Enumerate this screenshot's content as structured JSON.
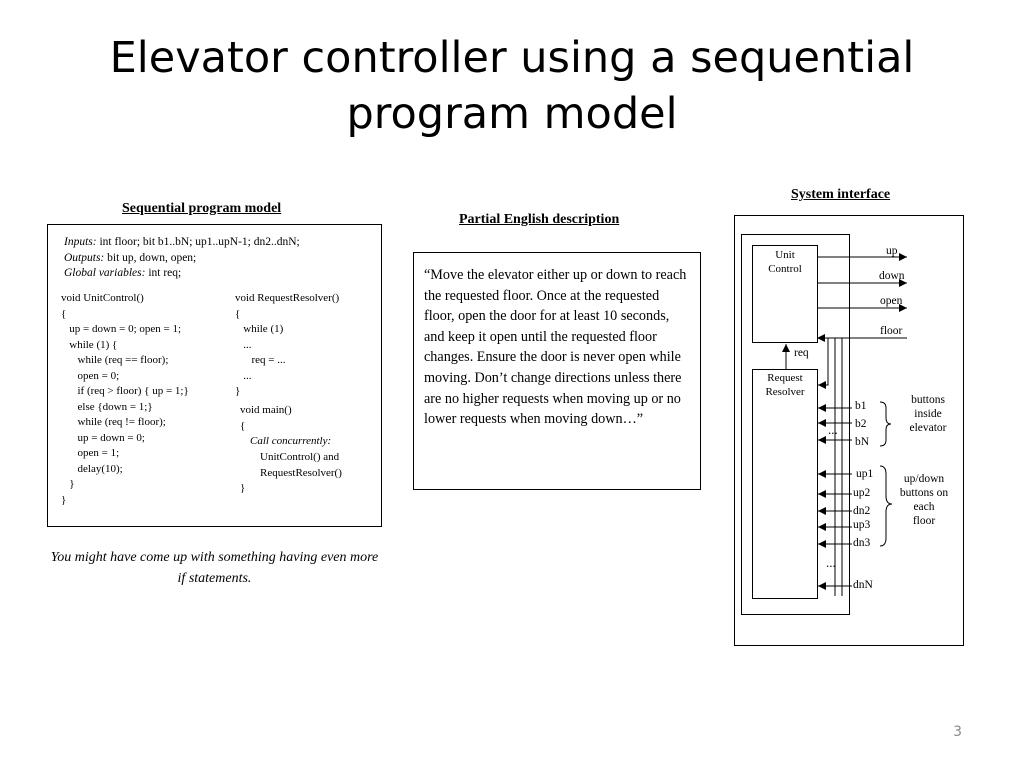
{
  "slide": {
    "title_line1": "Elevator controller using a sequential",
    "title_line2": "program model",
    "page_number": "3"
  },
  "sequential": {
    "heading": "Sequential program model",
    "inputs_label": "Inputs:",
    "inputs_value": " int floor; bit b1..bN; up1..upN-1; dn2..dnN;",
    "outputs_label": "Outputs:",
    "outputs_value": " bit up, down, open;",
    "globals_label": "Global variables:",
    "globals_value": " int req;",
    "unit_control_code": "void UnitControl()\n{\n   up = down = 0; open = 1;\n   while (1) {\n      while (req == floor);\n      open = 0;\n      if (req > floor) { up = 1;}\n      else {down = 1;}\n      while (req != floor);\n      up = down = 0;\n      open = 1;\n      delay(10);\n   }\n}",
    "request_resolver_code": "void RequestResolver()\n{\n   while (1)\n   ...\n      req = ...\n   ...\n}",
    "main_code_1": "void main()\n{",
    "call_label": "Call concurrently:",
    "main_code_2": "UnitControl() and\nRequestResolver()",
    "main_code_3": "}",
    "note": "You might have come up with something having even more if statements."
  },
  "english": {
    "heading": "Partial English description",
    "text": "“Move the elevator either up or down to reach the requested floor. Once at the requested floor, open the door for at least 10 seconds, and keep it open until the requested floor changes. Ensure the door is never open while moving. Don’t change directions unless there are no higher requests when moving up or no lower requests when moving down…”"
  },
  "interface": {
    "heading": "System interface",
    "unit_control": "Unit\nControl",
    "request_resolver": "Request\nResolver",
    "outputs": [
      "up",
      "down",
      "open",
      "floor"
    ],
    "req": "req",
    "inside_buttons": [
      "b1",
      "b2",
      "bN"
    ],
    "inside_label": "buttons\ninside\nelevator",
    "floor_buttons": [
      "up1",
      "up2",
      "dn2",
      "up3",
      "dn3",
      "dnN"
    ],
    "floor_label": "up/down\nbuttons on\neach\nfloor",
    "ellipsis": "..."
  }
}
